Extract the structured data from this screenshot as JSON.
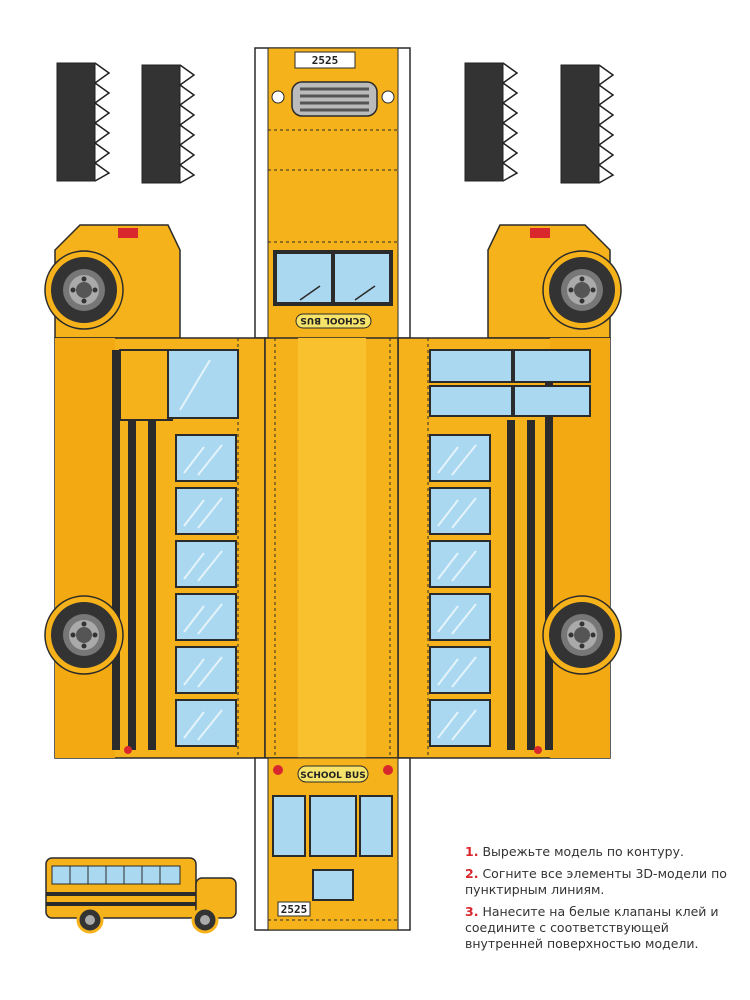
{
  "plates": {
    "top": "2525",
    "front": "2525"
  },
  "signs": {
    "roof": "SCHOOL BUS",
    "front": "SCHOOL BUS"
  },
  "instructions": [
    {
      "num": "1.",
      "text": "Вырежьте модель по контуру."
    },
    {
      "num": "2.",
      "text": "Согните все элементы 3D-модели по пунктирным линиям."
    },
    {
      "num": "3.",
      "text": "Нанесите на белые клапаны клей и соедините с соответствующей внутренней поверхностью модели."
    }
  ],
  "colors": {
    "yellow": "#f6b21a",
    "orange": "#e89a0d",
    "dark": "#2b2b2b",
    "glass": "#a9d8f0",
    "accent": "#d9272e"
  },
  "icons": [
    "wheel-icon",
    "bus-icon",
    "grille-icon"
  ]
}
